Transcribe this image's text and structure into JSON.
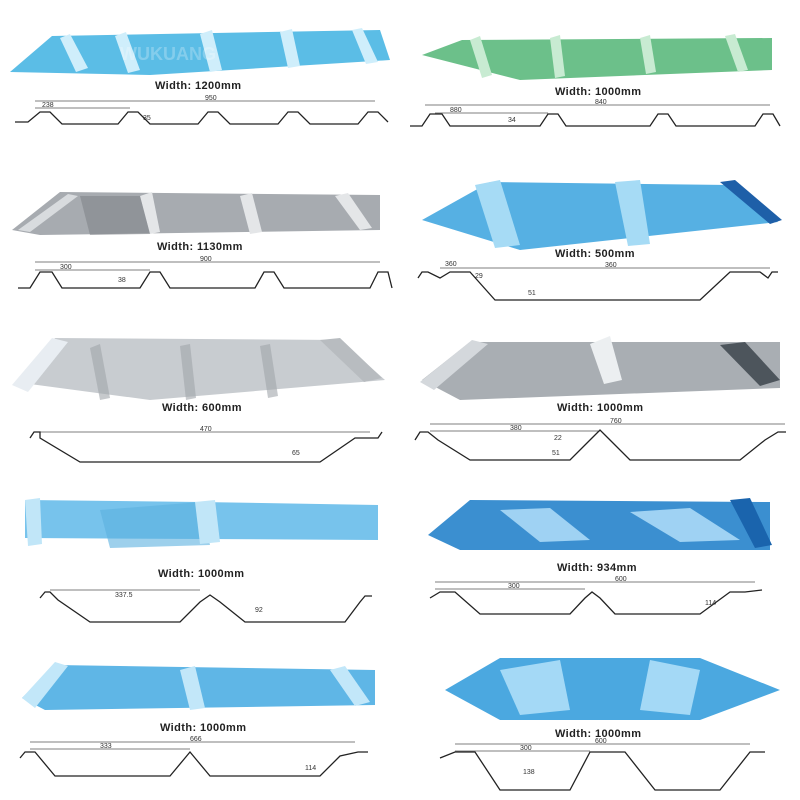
{
  "panels": [
    {
      "id": "p1",
      "width_label": "Width: 1200mm",
      "color": "#5bbde6",
      "dims": [
        "238",
        "950",
        "35"
      ]
    },
    {
      "id": "p2",
      "width_label": "Width: 1000mm",
      "color": "#6cc08a",
      "dims": [
        "880",
        "840",
        "34"
      ]
    },
    {
      "id": "p3",
      "width_label": "Width: 1130mm",
      "color": "#a7abb0",
      "dims": [
        "300",
        "900",
        "38"
      ]
    },
    {
      "id": "p4",
      "width_label": "Width: 500mm",
      "color": "#56b0e3",
      "dims": [
        "360",
        "360",
        "29",
        "51"
      ]
    },
    {
      "id": "p5",
      "width_label": "Width: 600mm",
      "color": "#c8ccd0",
      "dims": [
        "470",
        "65"
      ]
    },
    {
      "id": "p6",
      "width_label": "Width: 1000mm",
      "color": "#a9aeb3",
      "dims": [
        "380",
        "760",
        "22",
        "51"
      ]
    },
    {
      "id": "p7",
      "width_label": "Width: 1000mm",
      "color": "#77c3ec",
      "dims": [
        "337.5",
        "92"
      ]
    },
    {
      "id": "p8",
      "width_label": "Width: 934mm",
      "color": "#3b8fd0",
      "dims": [
        "300",
        "600",
        "114"
      ]
    },
    {
      "id": "p9",
      "width_label": "Width: 1000mm",
      "color": "#5fb6e6",
      "dims": [
        "333",
        "666",
        "114"
      ]
    },
    {
      "id": "p10",
      "width_label": "Width: 1000mm",
      "color": "#4ba8e0",
      "dims": [
        "300",
        "600",
        "138"
      ]
    }
  ],
  "watermark": "WUKUANG"
}
